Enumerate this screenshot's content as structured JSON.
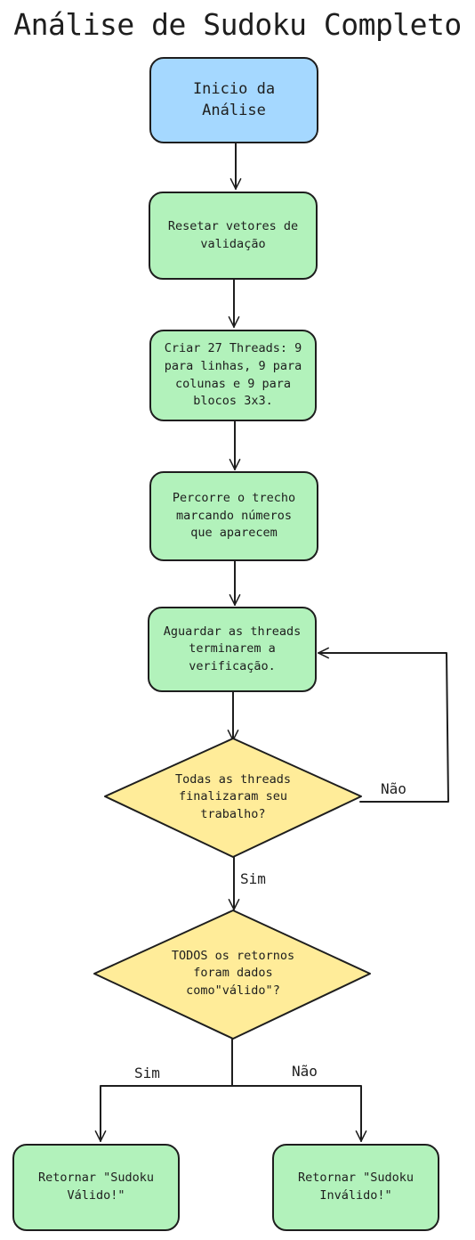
{
  "title": "Análise de Sudoku Completo",
  "colors": {
    "start_fill": "#a5d8ff",
    "process_fill": "#b2f2bb",
    "decision_fill": "#ffec99",
    "stroke": "#1e1e1e"
  },
  "nodes": {
    "start": "Inicio da\nAnálise",
    "reset": "Resetar vetores de\nvalidação",
    "create_threads": "Criar 27 Threads: 9\npara linhas, 9 para\ncolunas e 9 para\nblocos 3x3.",
    "traverse": "Percorre o trecho\nmarcando números\nque aparecem",
    "wait": "Aguardar as threads\nterminarem a\nverificação.",
    "decision_threads": "Todas as threads\nfinalizaram seu\ntrabalho?",
    "decision_valid": "TODOS os retornos\nforam  dados\ncomo\"válido\"?",
    "result_valid": "Retornar \"Sudoku\nVálido!\"",
    "result_invalid": "Retornar \"Sudoku\nInválido!\""
  },
  "edge_labels": {
    "threads_no": "Não",
    "threads_yes": "Sim",
    "valid_yes": "Sim",
    "valid_no": "Não"
  }
}
